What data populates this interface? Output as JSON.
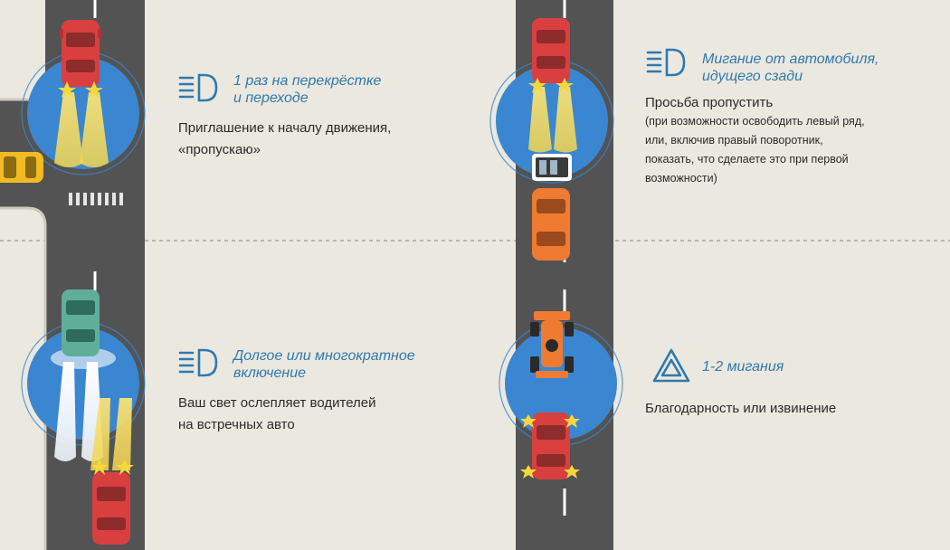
{
  "colors": {
    "background": "#ebe8e0",
    "road": "#535353",
    "lane_marking": "#ffffff",
    "circle": "#3b86d0",
    "beam": "#f4dd69",
    "bright_beam": "#ffffff",
    "icon": "#2f79ad",
    "red_car": "#d93f3f",
    "orange_car": "#ef7a32",
    "taxi": "#f2bb24",
    "green_car": "#5fae9a",
    "text": "#2b2b2b"
  },
  "panels": [
    {
      "id": "intersection",
      "icon": "low-beam-headlight-icon",
      "caption": "1 раз на перекрёстке\nи переходе",
      "description": "Приглашение к началу движения,\n«пропускаю»"
    },
    {
      "id": "from-behind",
      "icon": "low-beam-headlight-icon",
      "caption": "Мигание от автомобиля,\nидущего сзади",
      "description": "Просьба пропустить",
      "note": "(при возможности освободить левый ряд,\nили, включив правый поворотник,\nпоказать, что сделаете это при первой\nвозможности)"
    },
    {
      "id": "long-flash",
      "icon": "low-beam-headlight-icon",
      "caption": "Долгое или многократное\nвключение",
      "description": "Ваш свет ослепляет водителей\nна встречных авто"
    },
    {
      "id": "hazard",
      "icon": "hazard-warning-icon",
      "caption": "1-2 мигания",
      "description": "Благодарность или извинение"
    }
  ]
}
